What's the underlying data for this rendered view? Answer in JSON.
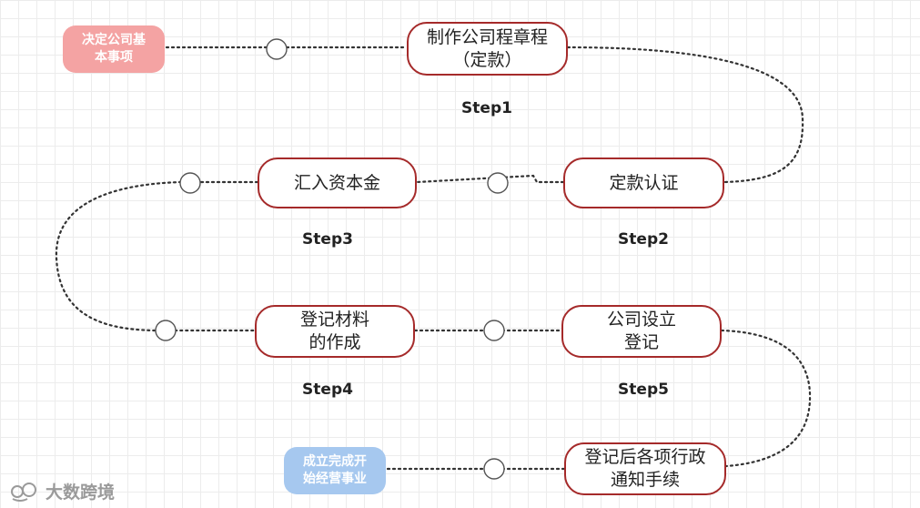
{
  "start": {
    "label": "决定公司基\n本事项",
    "color": "#f4a3a3"
  },
  "end": {
    "label": "成立完成开\n始经营事业",
    "color": "#a6c8ef"
  },
  "steps": [
    {
      "label": "制作公司程章程\n（定款）",
      "step": "Step1"
    },
    {
      "label": "定款认证",
      "step": "Step2"
    },
    {
      "label": "汇入资本金",
      "step": "Step3"
    },
    {
      "label": "登记材料\n的作成",
      "step": "Step4"
    },
    {
      "label": "公司设立\n登记",
      "step": "Step5"
    },
    {
      "label": "登记后各项行政\n通知手续",
      "step": ""
    }
  ],
  "watermark": "大数跨境",
  "colors": {
    "border": "#a52a2a",
    "connector": "#333333"
  }
}
